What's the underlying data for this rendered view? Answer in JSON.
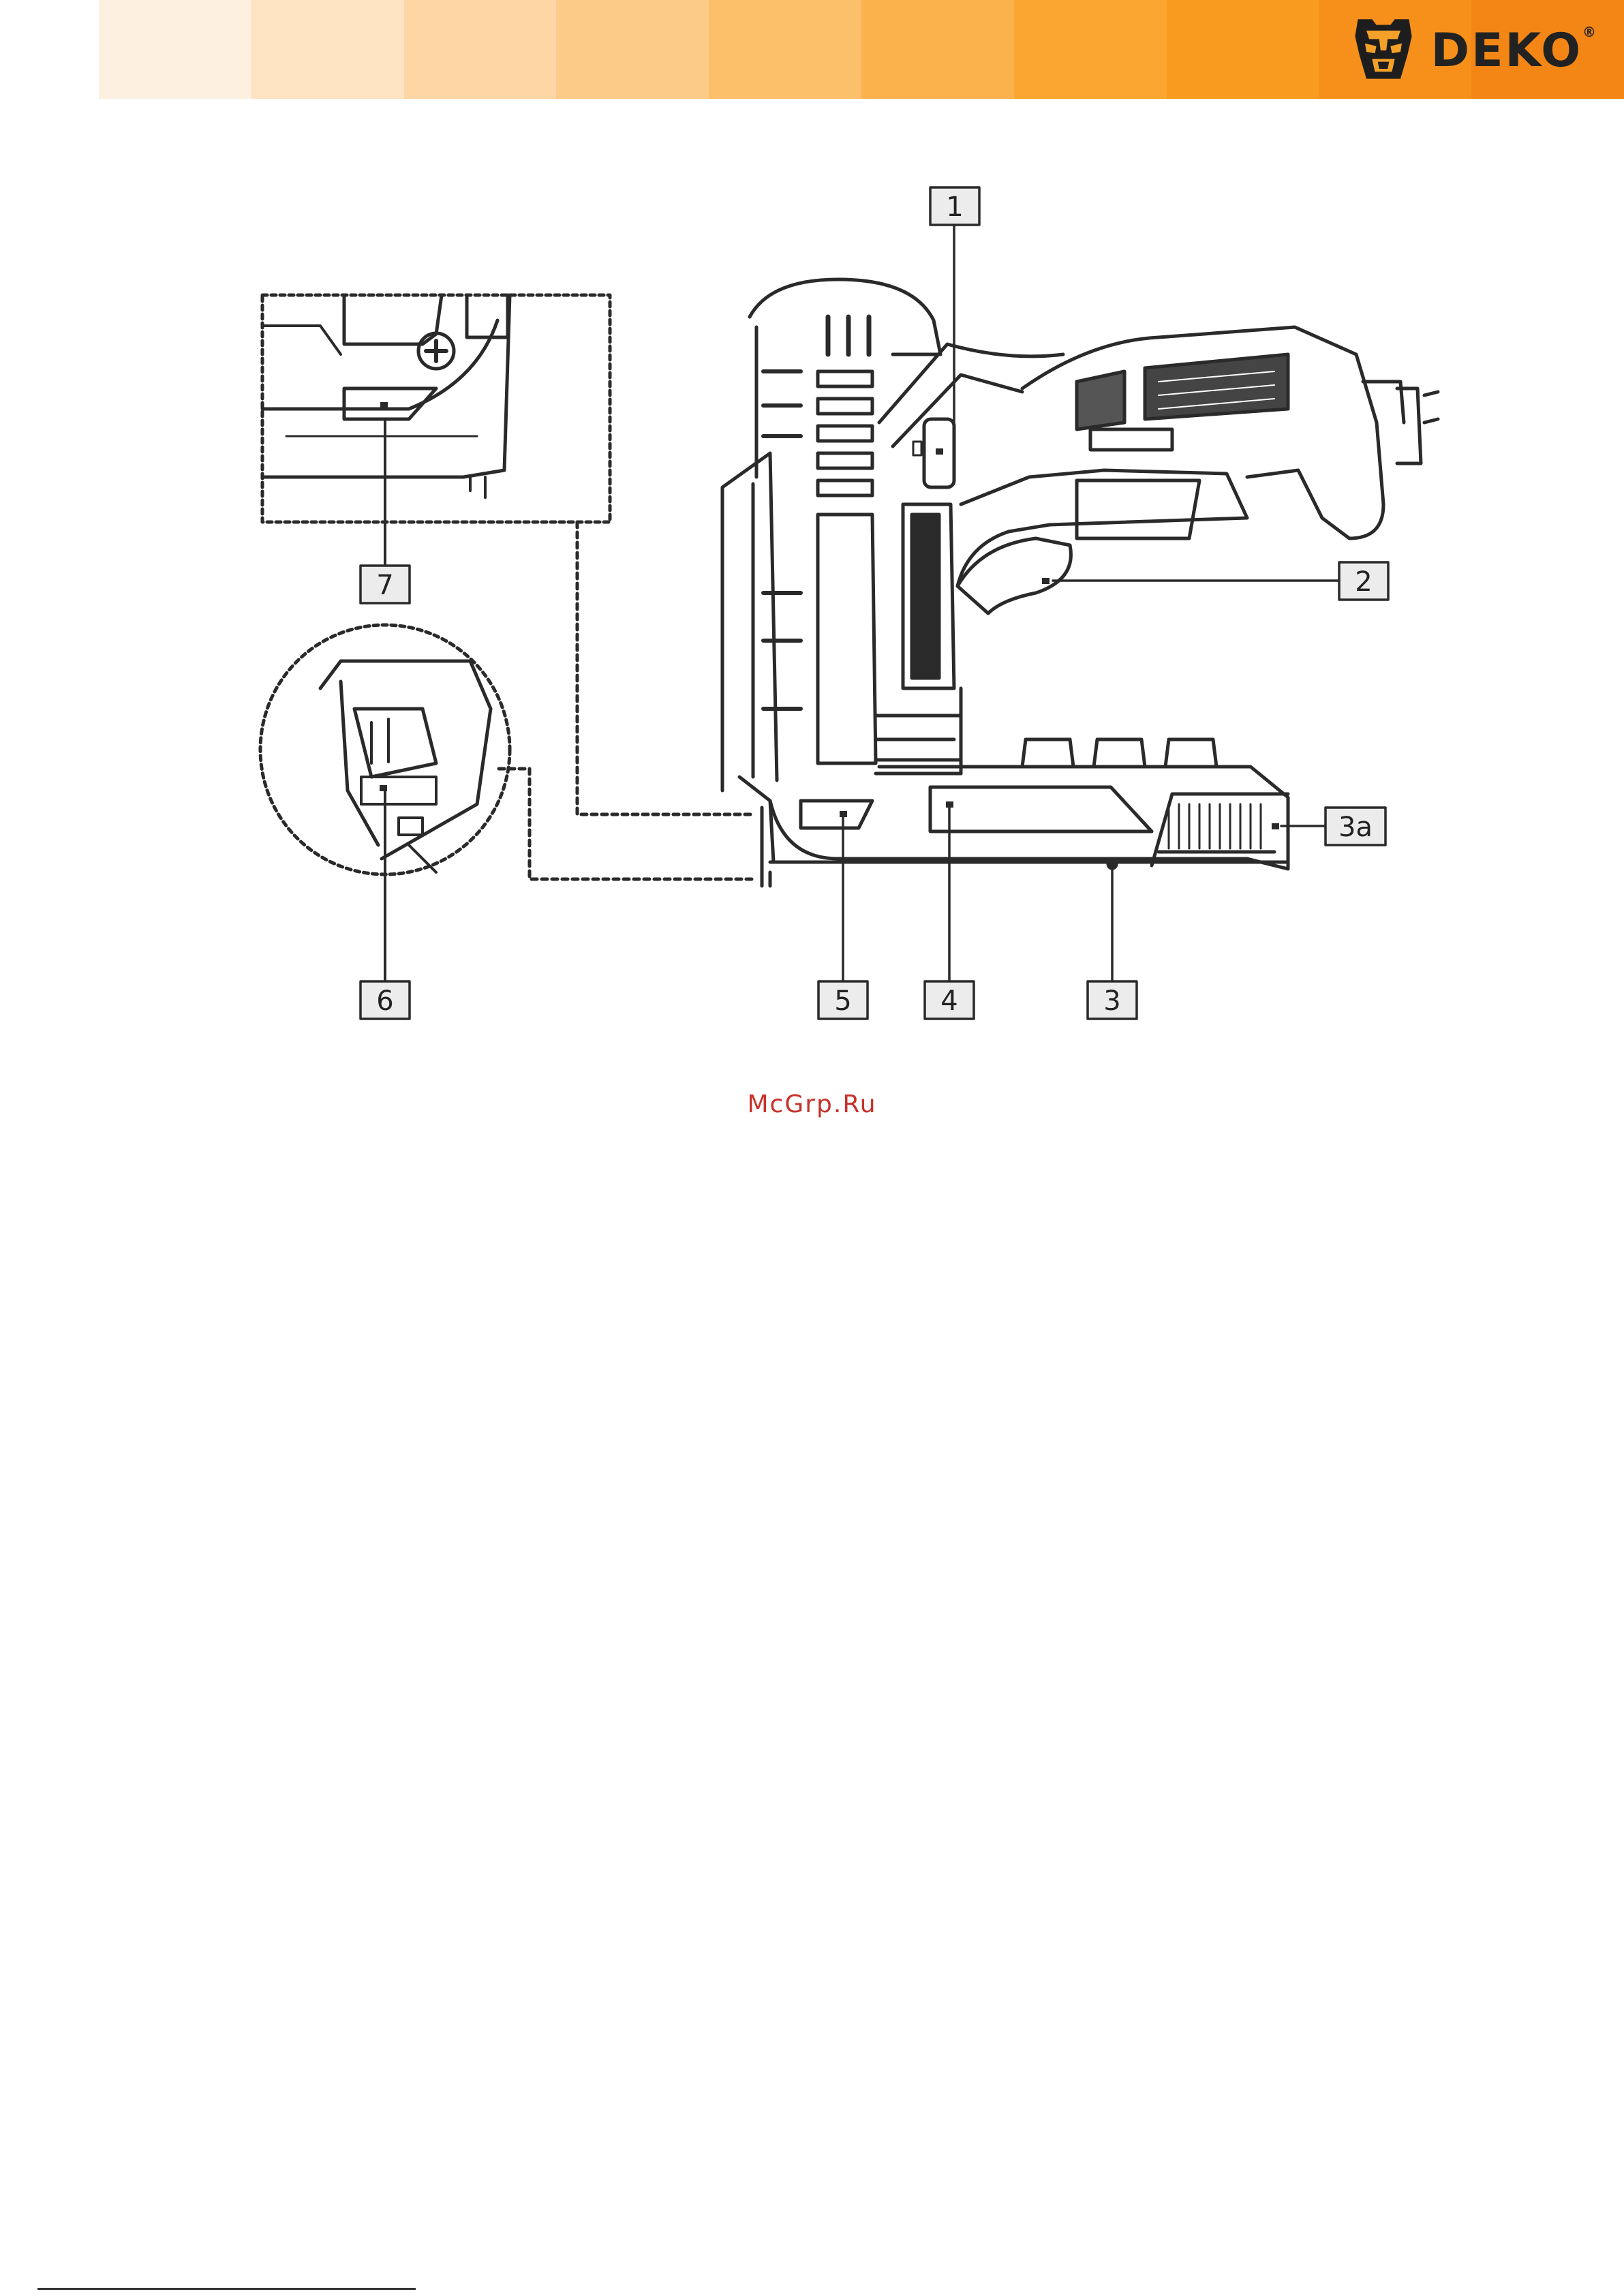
{
  "header": {
    "gradient_colors": [
      "#fdf0e0",
      "#fde3c2",
      "#fdd6a4",
      "#fccb87",
      "#fcbf6a",
      "#fbb24d",
      "#fba631",
      "#f99b1f",
      "#f7901a",
      "#f48615"
    ],
    "brand": {
      "name": "DEKO",
      "registered_mark": "®",
      "icon": "deko-robot-head-logo"
    }
  },
  "diagram": {
    "callouts": [
      {
        "id": "1",
        "label": "1"
      },
      {
        "id": "2",
        "label": "2"
      },
      {
        "id": "3",
        "label": "3"
      },
      {
        "id": "3a",
        "label": "3a"
      },
      {
        "id": "4",
        "label": "4"
      },
      {
        "id": "5",
        "label": "5"
      },
      {
        "id": "6",
        "label": "6"
      },
      {
        "id": "7",
        "label": "7"
      }
    ]
  },
  "watermark": "McGrp.Ru",
  "colors": {
    "line": "#2a2a2a",
    "watermark": "#c8312a"
  }
}
